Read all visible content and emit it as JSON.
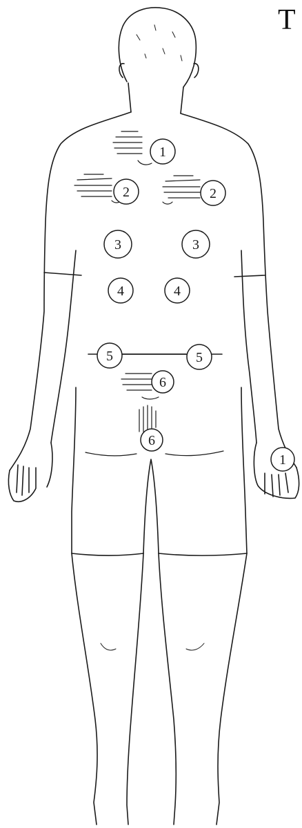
{
  "corner_text": "T",
  "colors": {
    "ink": "#1a1a1a",
    "background": "#ffffff"
  },
  "figure": {
    "subject": "front-view human body outline with hand-placement points",
    "markers": [
      {
        "id": "1-throat",
        "label": "1"
      },
      {
        "id": "2-left-chest",
        "label": "2"
      },
      {
        "id": "2-right-chest",
        "label": "2"
      },
      {
        "id": "3-left",
        "label": "3"
      },
      {
        "id": "3-right",
        "label": "3"
      },
      {
        "id": "4-left",
        "label": "4"
      },
      {
        "id": "4-right",
        "label": "4"
      },
      {
        "id": "5-left-hip",
        "label": "5"
      },
      {
        "id": "5-right-hip",
        "label": "5"
      },
      {
        "id": "6-lower-abdomen",
        "label": "6"
      },
      {
        "id": "6-groin",
        "label": "6"
      },
      {
        "id": "1-right-hand",
        "label": "1"
      }
    ]
  }
}
